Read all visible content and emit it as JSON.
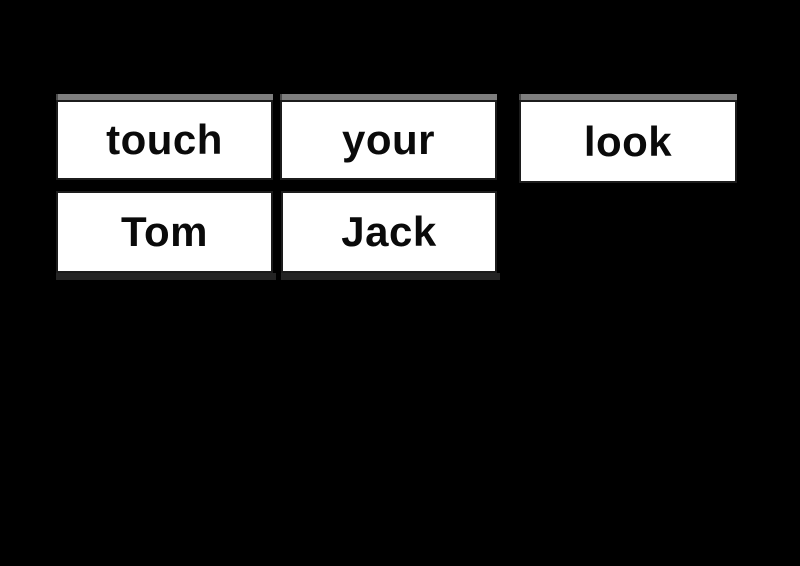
{
  "canvas": {
    "background_color": "#000000",
    "card_face_color": "#ffffff",
    "card_border_color": "#1c1c1c",
    "card_top_edge_color": "#7e7e7e",
    "card_shadow_color": "#242424",
    "word_text_color": "#0a0a0a"
  },
  "cards": [
    {
      "label": "touch"
    },
    {
      "label": "your"
    },
    {
      "label": "look"
    },
    {
      "label": "Tom"
    },
    {
      "label": "Jack"
    }
  ]
}
